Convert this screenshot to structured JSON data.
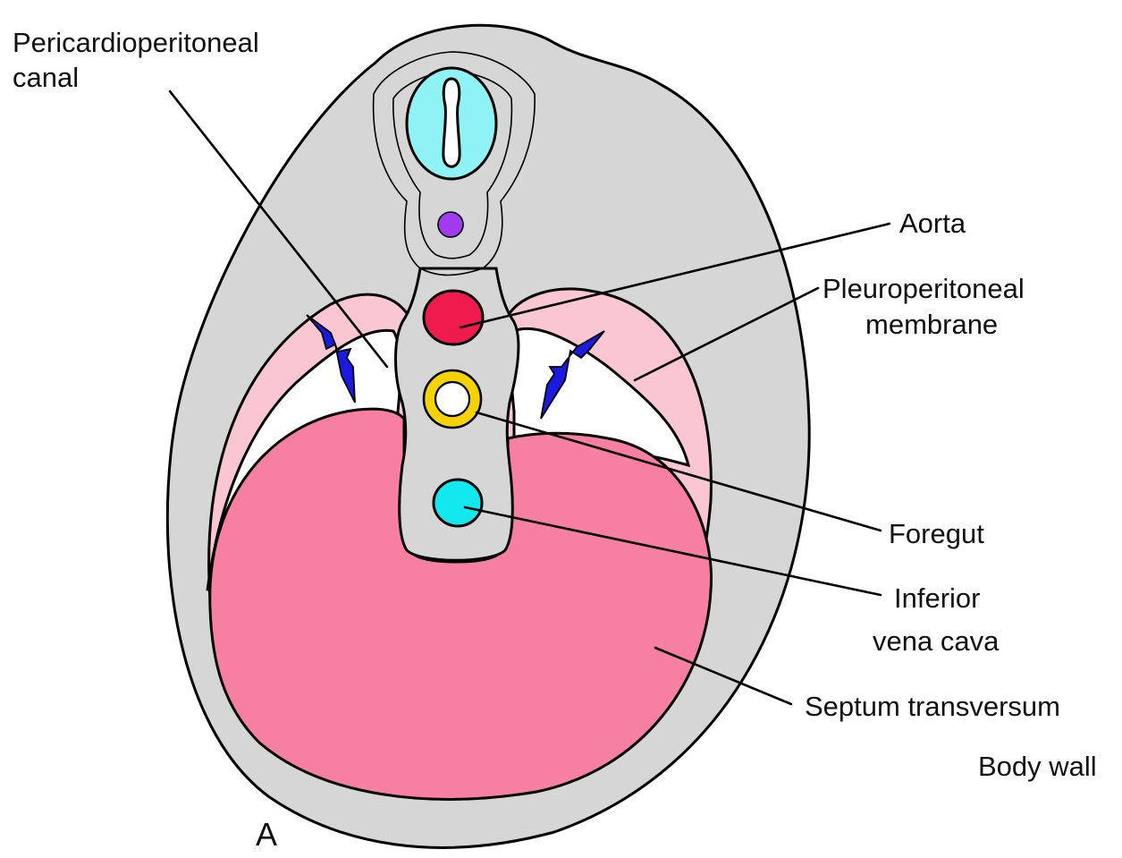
{
  "colors": {
    "body_gray": "#d6d6d6",
    "pleuroperitoneal_pink": "#f9c6d2",
    "septum_pink": "#f77fa1",
    "neural_cyan": "#8ff3f6",
    "notochord_purple": "#a23bf0",
    "aorta_red": "#ef1b4c",
    "foregut_yellow": "#f5d200",
    "ivc_cyan": "#14e8ef",
    "arrow_blue": "#1a1ae0"
  },
  "labels": {
    "pericardioperitoneal_line1": "Pericardioperitoneal",
    "pericardioperitoneal_line2": "canal",
    "aorta": "Aorta",
    "pleuroperitoneal_line1": "Pleuroperitoneal",
    "pleuroperitoneal_line2": "membrane",
    "foregut": "Foregut",
    "ivc_line1": "Inferior",
    "ivc_line2": "vena cava",
    "septum": "Septum transversum",
    "body_wall": "Body wall",
    "panel": "A"
  }
}
